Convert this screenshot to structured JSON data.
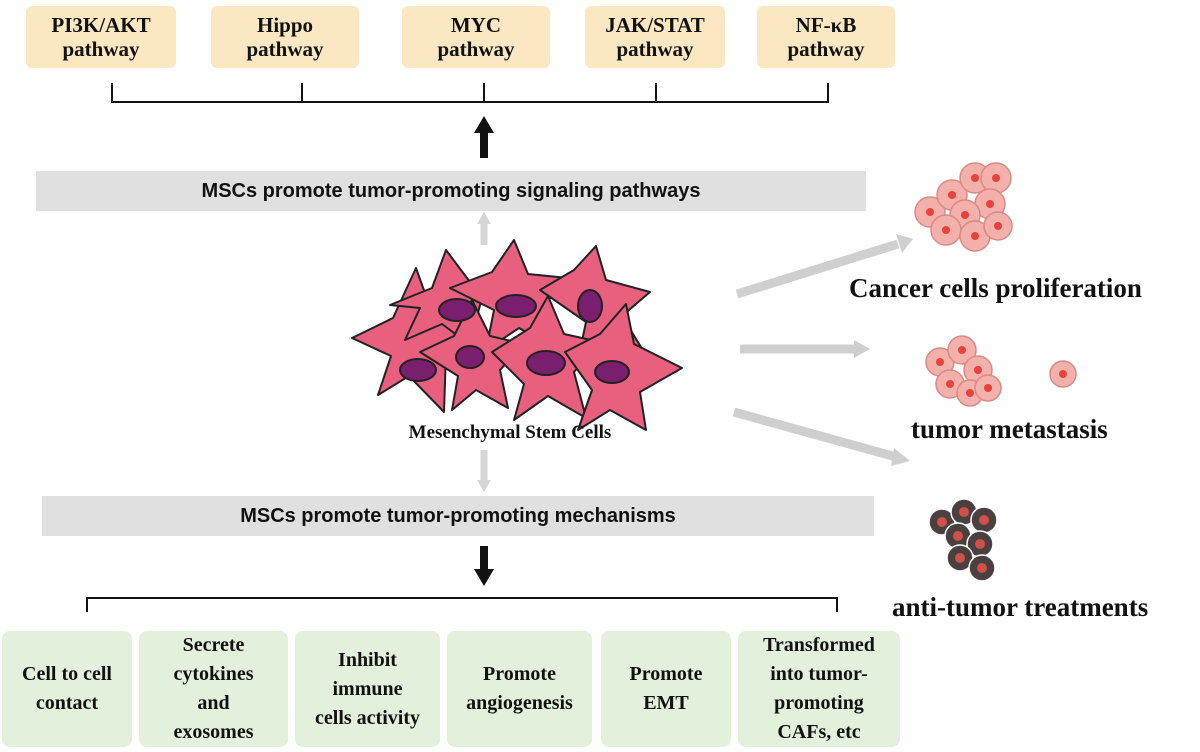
{
  "pathways": [
    {
      "line1": "PI3K/AKT",
      "line2": "pathway"
    },
    {
      "line1": "Hippo",
      "line2": "pathway"
    },
    {
      "line1": "MYC",
      "line2": "pathway"
    },
    {
      "line1": "JAK/STAT",
      "line2": "pathway"
    },
    {
      "line1": "NF-κB",
      "line2": "pathway"
    }
  ],
  "signaling_band": "MSCs promote tumor-promoting signaling pathways",
  "mechanism_band": "MSCs promote tumor-promoting  mechanisms",
  "msc_label": "Mesenchymal Stem Cells",
  "outcomes": {
    "proliferation": "Cancer cells proliferation",
    "metastasis": "tumor metastasis",
    "treatments": "anti-tumor treatments"
  },
  "mechanisms": [
    {
      "lines": [
        "Cell to cell",
        "contact"
      ]
    },
    {
      "lines": [
        "Secrete",
        "cytokines",
        "and",
        "exosomes"
      ]
    },
    {
      "lines": [
        "Inhibit",
        "immune",
        "cells activity"
      ]
    },
    {
      "lines": [
        "Promote",
        "angiogenesis"
      ]
    },
    {
      "lines": [
        "Promote",
        "EMT"
      ]
    },
    {
      "lines": [
        "Transformed",
        "into tumor-",
        "promoting",
        "CAFs, etc"
      ]
    }
  ],
  "colors": {
    "pathway_box": "#fbe8c2",
    "band": "#e0e0e0",
    "mechanism_box": "#e3f1dc",
    "msc_cell": "#e8607e",
    "msc_nucleus": "#7a1f6e",
    "cancer_cell": "#f4b0aa",
    "cancer_nucleus": "#e8433a",
    "resistant_cell": "#4a4040",
    "resistant_nucleus": "#d0504a",
    "arrow_gray": "#cfcfcf"
  }
}
